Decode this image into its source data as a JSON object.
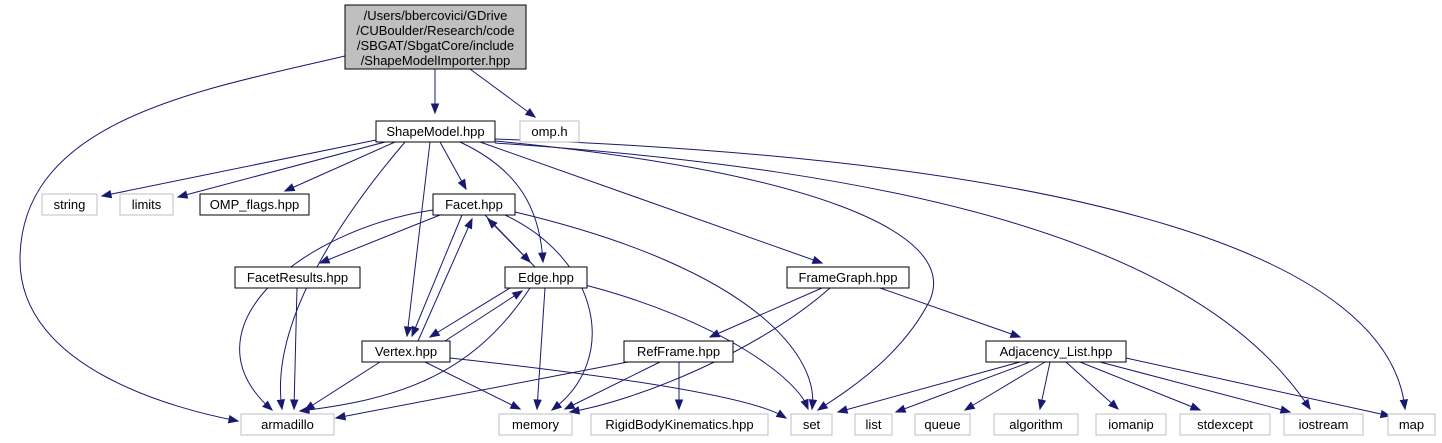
{
  "colors": {
    "root_fill": "#bfbfbf",
    "root_border": "#000000",
    "node_border": "#000000",
    "ext_border": "#bfbfbf",
    "ext_text": "#404040",
    "edge": "#191970"
  },
  "root": {
    "lines": [
      "/Users/bbercovici/GDrive",
      "/CUBoulder/Research/code",
      "/SBGAT/SbgatCore/include",
      "/ShapeModelImporter.hpp"
    ]
  },
  "nodes": {
    "shapemodel": "ShapeModel.hpp",
    "omp_h": "omp.h",
    "string": "string",
    "limits": "limits",
    "omp_flags": "OMP_flags.hpp",
    "facet": "Facet.hpp",
    "facetresults": "FacetResults.hpp",
    "edge": "Edge.hpp",
    "framegraph": "FrameGraph.hpp",
    "vertex": "Vertex.hpp",
    "refframe": "RefFrame.hpp",
    "adjacency": "Adjacency_List.hpp",
    "armadillo": "armadillo",
    "memory": "memory",
    "rigidbody": "RigidBodyKinematics.hpp",
    "set": "set",
    "list": "list",
    "queue": "queue",
    "algorithm": "algorithm",
    "iomanip": "iomanip",
    "stdexcept": "stdexcept",
    "iostream": "iostream",
    "map": "map"
  }
}
